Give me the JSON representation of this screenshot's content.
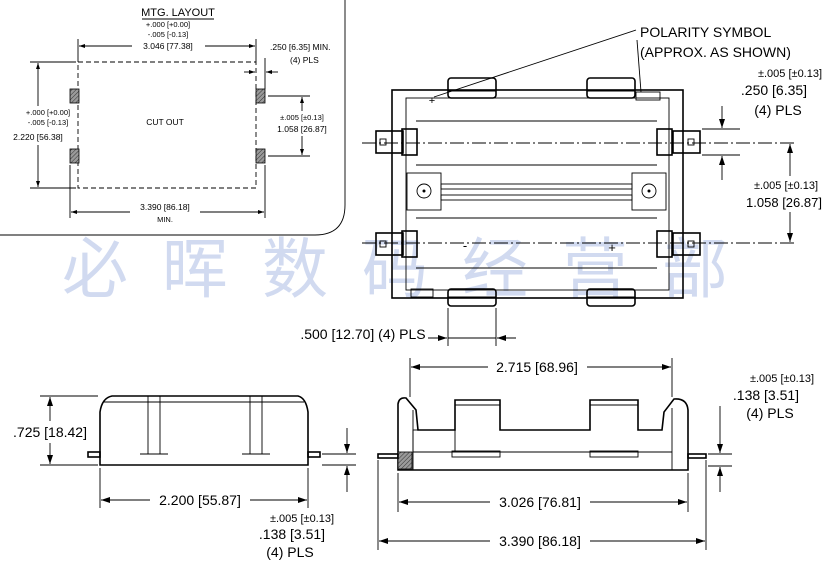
{
  "mtg_layout": {
    "title": "MTG. LAYOUT",
    "cutout_width_tol_plus": "+.000 [+0.00]",
    "cutout_width_tol_minus": "-.005 [-0.13]",
    "cutout_width": "3.046 [77.38]",
    "pad_size": ".250 [6.35] MIN.",
    "pad_qty": "(4) PLS",
    "cutout_label": "CUT OUT",
    "cutout_height_tol_plus": "+.000 [+0.00]",
    "cutout_height_tol_minus": "-.005 [-0.13]",
    "cutout_height": "2.220 [56.38]",
    "pad_pitch_tol": "±.005 [±0.13]",
    "pad_pitch": "1.058 [26.87]",
    "pad_span": "3.390 [86.18]",
    "pad_span_note": "MIN."
  },
  "top_view": {
    "polarity_callout_line1": "POLARITY SYMBOL",
    "polarity_callout_line2": "(APPROX. AS SHOWN)",
    "polarity_marks": [
      "+",
      "-",
      "+"
    ],
    "tab_width_tol": "±.005 [±0.13]",
    "tab_width": ".250 [6.35]",
    "tab_qty": "(4) PLS",
    "tab_pitch_tol": "±.005 [±0.13]",
    "tab_pitch": "1.058 [26.87]",
    "clip_width": ".500 [12.70] (4) PLS"
  },
  "side_view": {
    "height": ".725 [18.42]",
    "length": "2.200 [55.87]",
    "pin_height_tol": "±.005 [±0.13]",
    "pin_height": ".138 [3.51]",
    "pin_qty": "(4) PLS"
  },
  "end_view": {
    "inner_length": "2.715 [68.96]",
    "pin_height_tol": "±.005 [±0.13]",
    "pin_height": ".138 [3.51]",
    "pin_qty": "(4) PLS",
    "body_length": "3.026 [76.81]",
    "overall_length": "3.390 [86.18]"
  },
  "watermark": "必晖数码经营部",
  "colors": {
    "ink": "#000000",
    "watermark": "#c9d4ee"
  }
}
